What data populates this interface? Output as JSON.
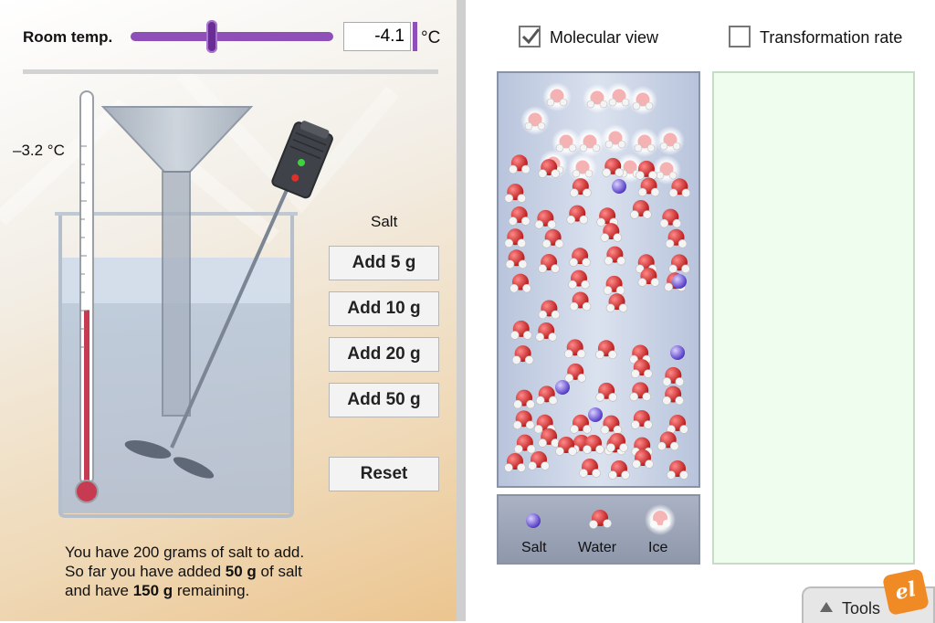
{
  "controls": {
    "room_temp_label": "Room temp.",
    "room_temp_value": "-4.1",
    "unit": "°C",
    "slider_fraction": 0.4
  },
  "thermometer": {
    "reading": "–3.2 °C",
    "fill_fraction": 0.45
  },
  "salt": {
    "label": "Salt",
    "buttons": [
      "Add 5 g",
      "Add 10 g",
      "Add 20 g",
      "Add 50 g"
    ],
    "reset_label": "Reset"
  },
  "info": {
    "line1": "You have 200 grams of salt to add.",
    "line2_pre": "So far you have added ",
    "line2_bold": "50 g",
    "line2_post": " of salt",
    "line3_pre": "and have ",
    "line3_bold": "150 g",
    "line3_post": " remaining."
  },
  "options": {
    "molecular_view": {
      "label": "Molecular view",
      "checked": true
    },
    "transformation_rate": {
      "label": "Transformation rate",
      "checked": false
    }
  },
  "legend": {
    "salt": "Salt",
    "water": "Water",
    "ice": "Ice"
  },
  "tools": {
    "label": "Tools"
  },
  "badge": {
    "text": "el"
  },
  "colors": {
    "accent_purple": "#8e4fb8",
    "water_red": "#d21f1f",
    "salt_purple": "#5a3cc8",
    "rate_panel": "#eefdee"
  }
}
